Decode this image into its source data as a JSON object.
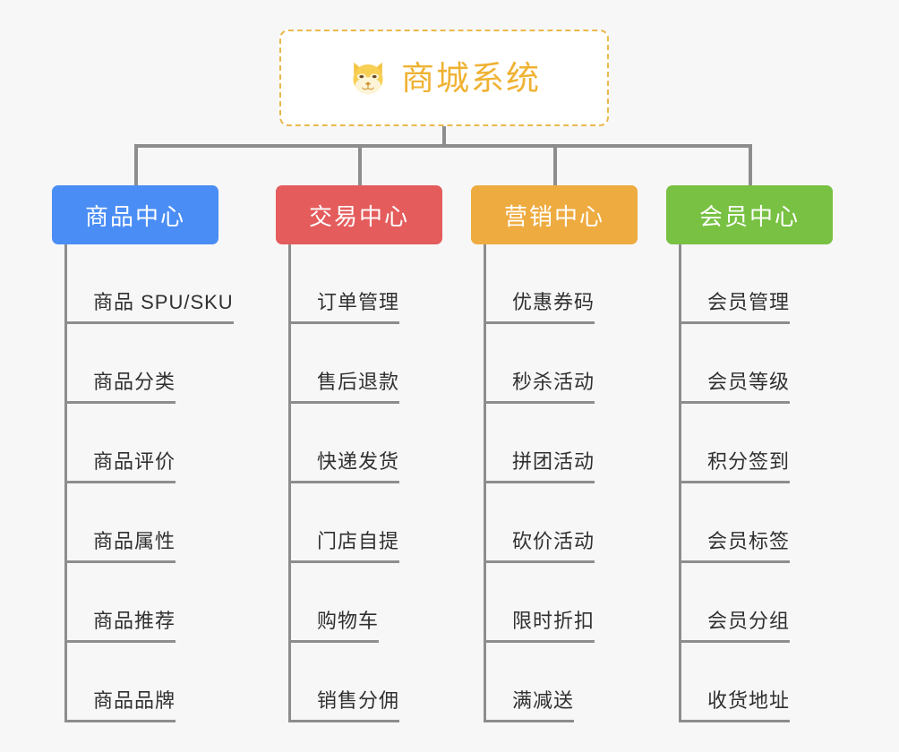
{
  "root": {
    "title": "商城系统",
    "icon": "shiba-dog-face-icon",
    "border_color": "#e9b94c",
    "text_color": "#efb233"
  },
  "branches": [
    {
      "label": "商品中心",
      "color": "#4a8df5",
      "items": [
        "商品 SPU/SKU",
        "商品分类",
        "商品评价",
        "商品属性",
        "商品推荐",
        "商品品牌"
      ]
    },
    {
      "label": "交易中心",
      "color": "#e45c5c",
      "items": [
        "订单管理",
        "售后退款",
        "快递发货",
        "门店自提",
        "购物车",
        "销售分佣"
      ]
    },
    {
      "label": "营销中心",
      "color": "#eeab3f",
      "items": [
        "优惠券码",
        "秒杀活动",
        "拼团活动",
        "砍价活动",
        "限时折扣",
        "满减送"
      ]
    },
    {
      "label": "会员中心",
      "color": "#78c council",
      "items": [
        "会员管理",
        "会员等级",
        "积分签到",
        "会员标签",
        "会员分组",
        "收货地址"
      ]
    }
  ],
  "connector_color": "#8d8d8d",
  "background_color": "#f7f7f7"
}
